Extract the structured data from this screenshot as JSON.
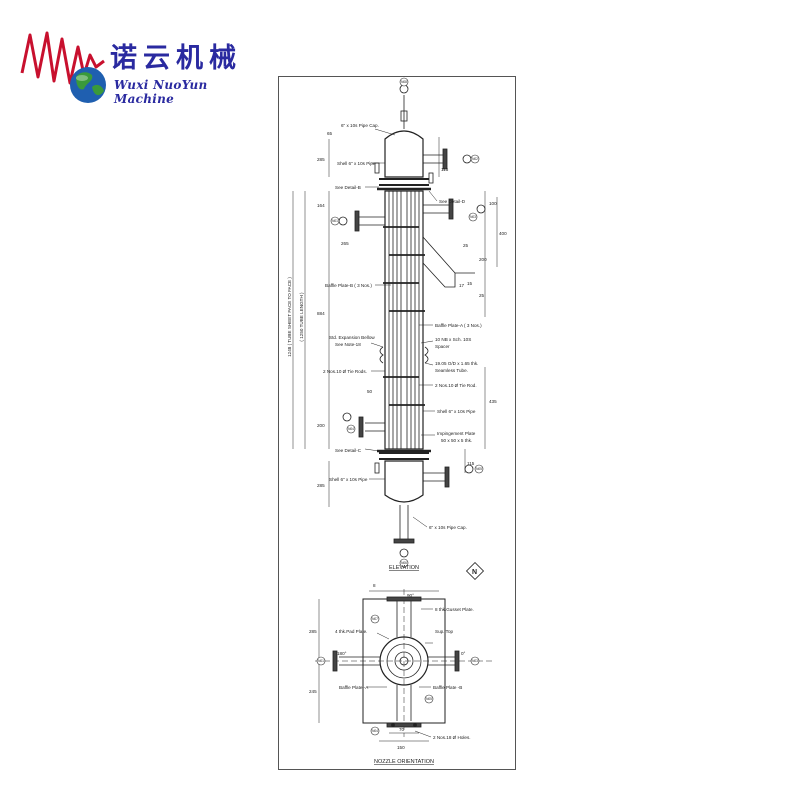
{
  "logo": {
    "brand_cn": "诺云机械",
    "brand_en": "Wuxi NuoYun Machine",
    "colors": {
      "wave": "#c8102e",
      "text": "#2a2aa0",
      "globe": "#1f5fb0",
      "land": "#3a9a3a"
    }
  },
  "elevation": {
    "title": "ELEVATION",
    "overall_dims": [
      "1248 ( TUBE SHEET FACE TO FACE )",
      "( 1250 TUBE LENGTH )"
    ],
    "labels": {
      "pipe_cap_top": "6\" x 10s Pipe Cap.",
      "shell_top": "Shell 6\" x 10s Pipe",
      "detail_b": "See Detail-B",
      "detail_d": "See Detail-D",
      "baffle_b": "Baffle Plate-B ( 3 Nos.)",
      "baffle_a": "Baffle Plate-A ( 3 Nos.)",
      "expansion": "Std. Expansion Bellow",
      "expansion_note": "See Note-18",
      "spacer": "10 NB x Sch. 10S",
      "spacer2": "Spacer",
      "tube": "19.05 O/D x 1.65 thk.",
      "tube2": "Seamless Tube.",
      "tie_left": "2 Nos.10 Ø Tie Rods.",
      "tie_right": "2 Nos.10 Ø Tie Rod.",
      "shell_mid": "Shell 6\" x 10s Pipe",
      "impingement": "Impingement Plate",
      "impingement2": "50 x 50 x 5 thk.",
      "detail_c": "See Detail-C",
      "shell_bottom": "Shell 6\" x 10s Pipe",
      "pipe_cap_bottom": "6\" x 10s Pipe Cap."
    },
    "dims": [
      "285",
      "65",
      "115",
      "164",
      "100",
      "265",
      "400",
      "25",
      "200",
      "884",
      "50",
      "435",
      "25",
      "200",
      "15",
      "115",
      "285",
      "17"
    ],
    "nozzles": [
      "N01",
      "N02",
      "N03",
      "N04",
      "N05",
      "N06",
      "N07",
      "N08"
    ]
  },
  "plan": {
    "title": "NOZZLE ORIENTATION",
    "labels": {
      "gusset": "8 thk.Gusset Plate.",
      "pad": "4 thk.Pad Plate.",
      "sup_top": "Sup. Top",
      "baffle_a": "Baffle Plate -A",
      "baffle_b": "Baffle Plate -B",
      "holes": "2 Nos.18 Ø Holes."
    },
    "angles": [
      "90°",
      "180°",
      "0°"
    ],
    "dims": [
      "8",
      "285",
      "245",
      "70",
      "150"
    ],
    "nozzles": [
      "N01",
      "N02",
      "N03",
      "N04",
      "N05",
      "N06",
      "N07",
      "N08"
    ],
    "north": "N"
  }
}
